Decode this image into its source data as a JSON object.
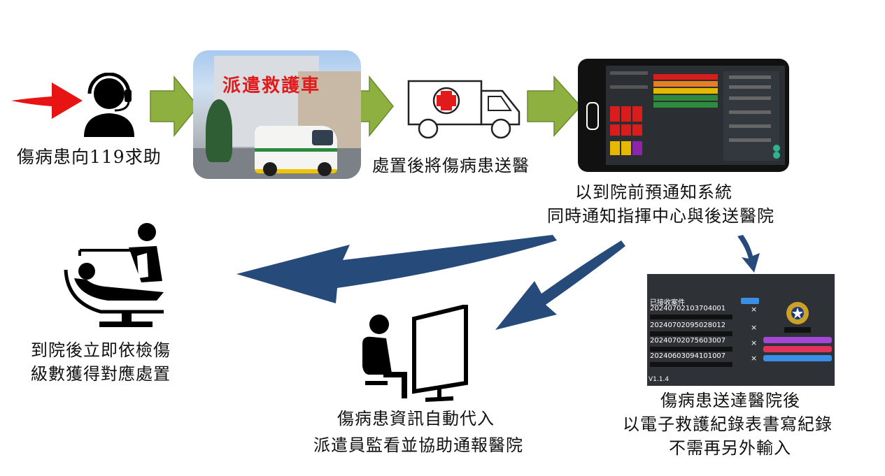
{
  "steps": {
    "call": "傷病患向119求助",
    "dispatch_photo_title": "派遣救護車",
    "transport": "處置後將傷病患送醫",
    "notify_line1": "以到院前預通知系統",
    "notify_line2": "同時通知指揮中心與後送醫院",
    "hospital_line1": "到院後立即依檢傷",
    "hospital_line2": "級數獲得對應處置",
    "dispatcher_line1": "傷病患資訊自動代入",
    "dispatcher_line2": "派遣員監看並協助通報醫院",
    "record_line1": "傷病患送達醫院後",
    "record_line2": "以電子救護紀錄表書寫紀錄",
    "record_line3": "不需再另外輸入"
  },
  "record_app": {
    "header": "已接收案件",
    "cases": [
      "20240702103704001",
      "20240702095028012",
      "20240702075603007",
      "20240603094101007"
    ],
    "close_symbol": "×",
    "version": "V1.1.4"
  },
  "colors": {
    "green_arrow": "#8db041",
    "green_arrow_border": "#6b8a2e",
    "blue_arrow": "#264a7a",
    "red_arrow": "#e81414"
  },
  "icons": [
    "operator-headset-icon",
    "ambulance-icon",
    "tablet-icon",
    "dental-chair-icon",
    "dispatcher-monitor-icon"
  ]
}
